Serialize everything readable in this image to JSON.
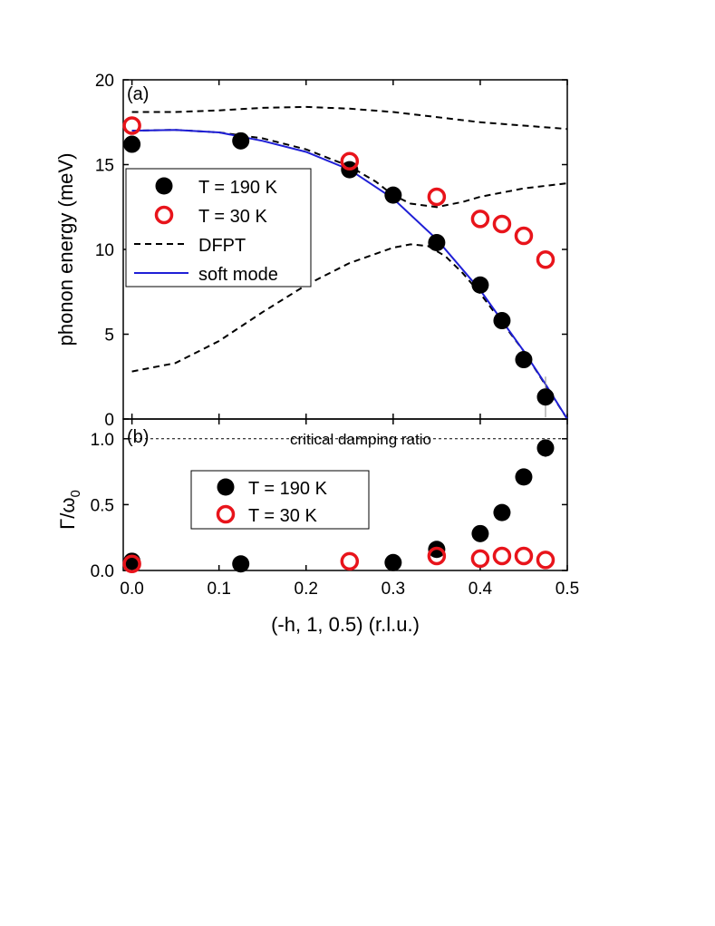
{
  "colors": {
    "t190": "#000000",
    "t30": "#e8141b",
    "dfpt": "#000000",
    "soft_mode": "#1f1fd6"
  },
  "shared_xlabel": "(-h, 1, 0.5) (r.l.u.)",
  "chart_data": [
    {
      "panel_label": "(a)",
      "type": "scatter",
      "ylabel": "phonon energy (meV)",
      "xlim": [
        -0.01,
        0.5
      ],
      "ylim": [
        0,
        20
      ],
      "x_ticks": [
        "0.0",
        "0.1",
        "0.2",
        "0.3",
        "0.4",
        "0.5"
      ],
      "y_ticks": [
        "0",
        "5",
        "10",
        "15",
        "20"
      ],
      "legend_placement": "middle-left",
      "series": [
        {
          "name": "T = 190 K",
          "kind": "filled-circle",
          "x": [
            0.0,
            0.125,
            0.25,
            0.3,
            0.35,
            0.4,
            0.425,
            0.45,
            0.475
          ],
          "y": [
            16.2,
            16.4,
            14.7,
            13.2,
            10.4,
            7.9,
            5.8,
            3.5,
            1.3
          ]
        },
        {
          "name": "T = 30 K",
          "kind": "open-circle",
          "x": [
            0.0,
            0.25,
            0.35,
            0.4,
            0.425,
            0.45,
            0.475
          ],
          "y": [
            17.3,
            15.2,
            13.1,
            11.8,
            11.5,
            10.8,
            9.4
          ]
        },
        {
          "name": "DFPT",
          "kind": "dashed-line",
          "curves": [
            {
              "x": [
                0.0,
                0.05,
                0.1,
                0.15,
                0.2,
                0.25,
                0.3,
                0.35,
                0.4,
                0.45,
                0.5
              ],
              "y": [
                18.1,
                18.1,
                18.2,
                18.35,
                18.4,
                18.3,
                18.1,
                17.8,
                17.5,
                17.3,
                17.1
              ]
            },
            {
              "x": [
                0.0,
                0.05,
                0.1,
                0.15,
                0.2,
                0.25,
                0.28,
                0.3,
                0.32,
                0.35,
                0.38,
                0.4,
                0.45,
                0.5
              ],
              "y": [
                17.0,
                17.05,
                16.9,
                16.55,
                15.9,
                14.9,
                14.0,
                13.2,
                12.7,
                12.5,
                12.8,
                13.1,
                13.6,
                13.9
              ]
            },
            {
              "x": [
                0.0,
                0.05,
                0.1,
                0.15,
                0.2,
                0.25,
                0.3,
                0.32,
                0.34,
                0.36,
                0.38,
                0.4,
                0.45,
                0.5
              ],
              "y": [
                2.8,
                3.3,
                4.6,
                6.3,
                7.9,
                9.2,
                10.1,
                10.3,
                10.2,
                9.6,
                8.6,
                7.4,
                4.0,
                0.0
              ]
            }
          ]
        },
        {
          "name": "soft mode",
          "kind": "solid-line",
          "x": [
            0.0,
            0.05,
            0.1,
            0.15,
            0.2,
            0.25,
            0.3,
            0.35,
            0.4,
            0.45,
            0.475,
            0.5
          ],
          "y": [
            17.0,
            17.05,
            16.9,
            16.4,
            15.75,
            14.7,
            13.0,
            10.6,
            7.6,
            4.0,
            2.05,
            0.0
          ]
        }
      ]
    },
    {
      "panel_label": "(b)",
      "type": "scatter",
      "ylabel": "Γ/ω₀",
      "xlabel": "(-h, 1, 0.5) (r.l.u.)",
      "xlim": [
        -0.01,
        0.5
      ],
      "ylim": [
        0,
        1.15
      ],
      "x_ticks": [
        "0.0",
        "0.1",
        "0.2",
        "0.3",
        "0.4",
        "0.5"
      ],
      "y_ticks": [
        "0.0",
        "0.5",
        "1.0"
      ],
      "legend_placement": "middle-center",
      "reference_line": {
        "y": 1.0,
        "label": "critical damping ratio",
        "style": "dotted"
      },
      "series": [
        {
          "name": "T = 190 K",
          "kind": "filled-circle",
          "x": [
            0.0,
            0.125,
            0.3,
            0.35,
            0.4,
            0.425,
            0.45,
            0.475
          ],
          "y": [
            0.07,
            0.05,
            0.06,
            0.16,
            0.28,
            0.44,
            0.71,
            0.93
          ]
        },
        {
          "name": "T = 30 K",
          "kind": "open-circle",
          "x": [
            0.0,
            0.25,
            0.35,
            0.4,
            0.425,
            0.45,
            0.475
          ],
          "y": [
            0.05,
            0.07,
            0.11,
            0.09,
            0.11,
            0.11,
            0.08
          ]
        }
      ]
    }
  ]
}
